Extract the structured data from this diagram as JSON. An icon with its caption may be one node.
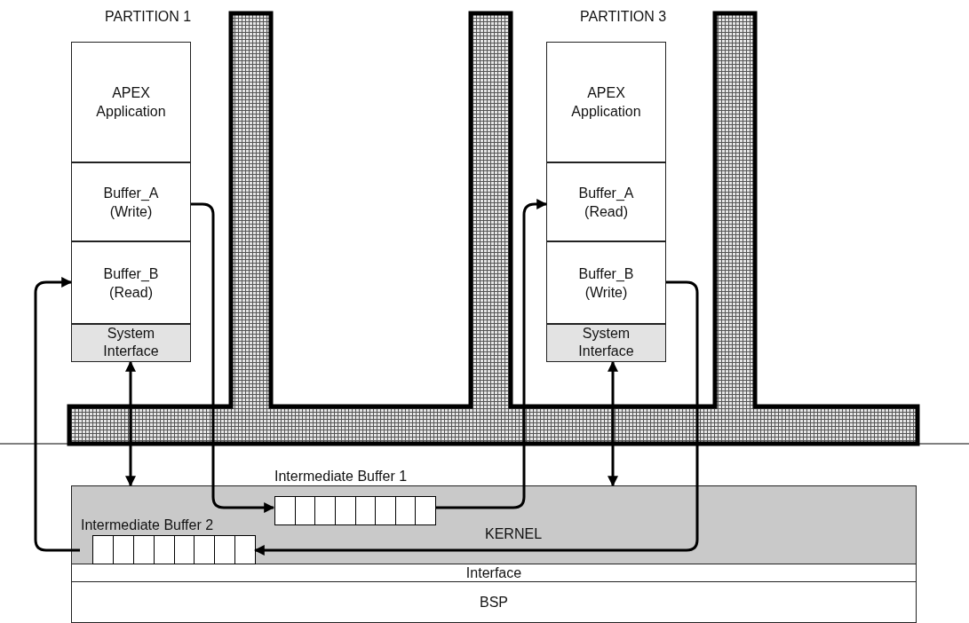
{
  "diagram": {
    "nodes": [
      {
        "text": [
          "PARTITION 1"
        ]
      },
      {
        "text": [
          "APEX Application"
        ],
        "in": 0
      },
      {
        "text": [
          "Buffer_A (Write)"
        ],
        "in": 0
      },
      {
        "text": [
          "Buffer_B (Read)"
        ],
        "in": 0
      },
      {
        "text": [
          "System Interface"
        ],
        "in": 0
      },
      {
        "text": [
          "PARTITION 3"
        ]
      },
      {
        "text": [
          "APEX Application"
        ],
        "in": 5
      },
      {
        "text": [
          "Buffer_A (Read)"
        ],
        "in": 5
      },
      {
        "text": [
          "Buffer_B (Write)"
        ],
        "in": 5
      },
      {
        "text": [
          "System Interface"
        ],
        "in": 5
      },
      {
        "text": [
          "KERNEL"
        ]
      },
      {
        "text": [
          "Intermediate Buffer 1"
        ],
        "in": 10
      },
      {
        "text": [
          "Intermediate Buffer 2"
        ],
        "in": 10
      },
      {
        "text": [
          "Interface"
        ]
      },
      {
        "text": [
          "BSP"
        ]
      }
    ],
    "edges": [
      {
        "from": 4,
        "to": 10,
        "arrow": "both"
      },
      {
        "from": 9,
        "to": 10,
        "arrow": "both"
      },
      {
        "from": 2,
        "to": 11,
        "arrow": "to"
      },
      {
        "from": 11,
        "to": 7,
        "arrow": "to"
      },
      {
        "from": 8,
        "to": 12,
        "arrow": "to"
      },
      {
        "from": 12,
        "to": 3,
        "arrow": "to"
      }
    ]
  }
}
